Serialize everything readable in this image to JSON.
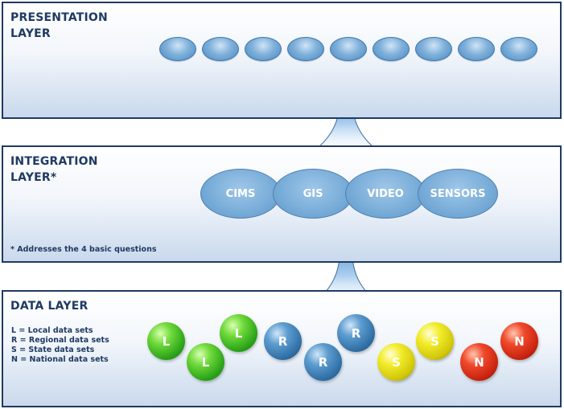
{
  "layers": {
    "presentation": {
      "title": "PRESENTATION\nLAYER",
      "pill_count": 9
    },
    "integration": {
      "title": "INTEGRATION\nLAYER*",
      "components": [
        "CIMS",
        "GIS",
        "VIDEO",
        "SENSORS"
      ],
      "note": "* Addresses the 4 basic questions"
    },
    "data": {
      "title": "DATA LAYER",
      "legend": [
        "L = Local data sets",
        "R = Regional data sets",
        "S = State data sets",
        "N = National data sets"
      ],
      "balls": [
        {
          "letter": "L",
          "color": "green"
        },
        {
          "letter": "L",
          "color": "green"
        },
        {
          "letter": "L",
          "color": "green"
        },
        {
          "letter": "R",
          "color": "blue"
        },
        {
          "letter": "R",
          "color": "blue"
        },
        {
          "letter": "R",
          "color": "blue"
        },
        {
          "letter": "S",
          "color": "yellow"
        },
        {
          "letter": "S",
          "color": "yellow"
        },
        {
          "letter": "N",
          "color": "red"
        },
        {
          "letter": "N",
          "color": "red"
        }
      ]
    }
  },
  "colors": {
    "border": "#1f3a63",
    "title": "#1f3a63",
    "pill": "#6fa4d3",
    "ellipse": "#7aaed9",
    "arrow": "#5e97c9"
  }
}
